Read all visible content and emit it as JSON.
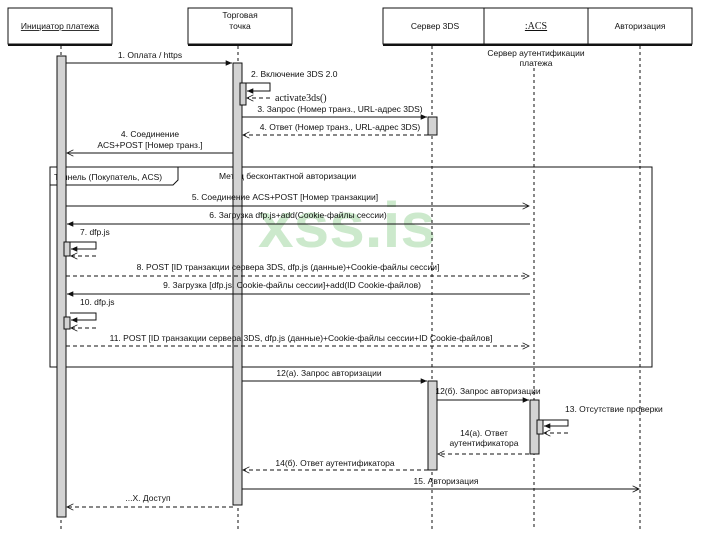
{
  "participants": [
    {
      "id": "p1",
      "label": "Инициатор платежа",
      "underline": true
    },
    {
      "id": "p2",
      "label": "Торговая\nточка",
      "underline": false
    },
    {
      "id": "p3",
      "label": "Сервер 3DS",
      "underline": false
    },
    {
      "id": "p4",
      "label": ":ACS",
      "underline": true,
      "subtitle": "Сервер аутентификации\nплатежа"
    },
    {
      "id": "p5",
      "label": "Авторизация",
      "underline": false
    }
  ],
  "frame": {
    "tag": "Туннель (Покупатель, ACS)",
    "title": "Метод бесконтактной авторизации"
  },
  "messages": [
    {
      "id": "m1",
      "text": "1. Оплата / https"
    },
    {
      "id": "m2",
      "text": "2. Включение 3DS 2.0"
    },
    {
      "id": "m2r",
      "text": "activate3ds()"
    },
    {
      "id": "m3",
      "text": "3. Запрос (Номер транз., URL-адрес 3DS)"
    },
    {
      "id": "m4",
      "text": "4. Ответ (Номер транз., URL-адрес 3DS)"
    },
    {
      "id": "m4b",
      "text": "4. Соединение\nACS+POST [Номер транз.]"
    },
    {
      "id": "m5",
      "text": "5. Соединение ACS+POST [Номер транзакции]"
    },
    {
      "id": "m6",
      "text": "6. Загрузка dfp.js+add(Cookie-файлы сессии)"
    },
    {
      "id": "m7",
      "text": "7. dfp.js"
    },
    {
      "id": "m8",
      "text": "8. POST [ID транзакции сервера 3DS, dfp.js (данные)+Cookie-файлы сессии]"
    },
    {
      "id": "m9",
      "text": "9. Загрузка [dfp.js, Cookie-файлы сессии]+add(ID Cookie-файлов)"
    },
    {
      "id": "m10",
      "text": "10. dfp.js"
    },
    {
      "id": "m11",
      "text": "11. POST [ID транзакции сервера 3DS, dfp.js (данные)+Cookie-файлы сессии+ID Cookie-файлов]"
    },
    {
      "id": "m12a",
      "text": "12(а). Запрос авторизации"
    },
    {
      "id": "m12b",
      "text": "12(б). Запрос авторизации"
    },
    {
      "id": "m13",
      "text": "13. Отсутствие проверки"
    },
    {
      "id": "m14a",
      "text": "14(а). Ответ\nаутентификатора"
    },
    {
      "id": "m14b",
      "text": "14(б). Ответ аутентификатора"
    },
    {
      "id": "m15",
      "text": "15. Авторизация"
    },
    {
      "id": "mX",
      "text": "...X. Доступ"
    }
  ],
  "watermark": "xss.is"
}
